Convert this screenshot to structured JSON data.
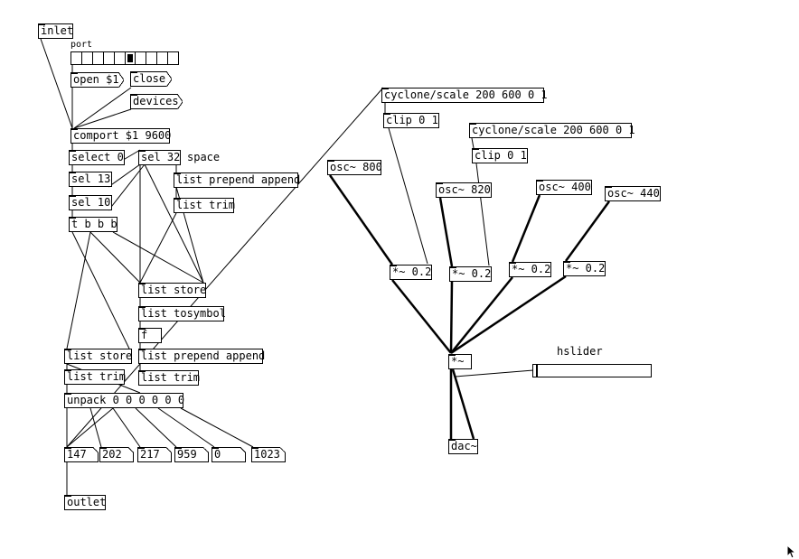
{
  "patch": {
    "objects": {
      "inlet": "inlet",
      "open": "open $1",
      "close": "close",
      "devices": "devices",
      "comport": "comport $1 9600",
      "select0": "select 0",
      "sel32": "sel 32",
      "sel13": "sel 13",
      "sel10": "sel 10",
      "tbbb": "t b b b",
      "listprepend1": "list prepend append",
      "listtrim1": "list trim",
      "liststore1": "list store",
      "listtosymbol": "list tosymbol",
      "f": "f",
      "liststore2": "list store",
      "listprepend2": "list prepend append",
      "listtrim2": "list trim",
      "listtrim3": "list trim",
      "unpack": "unpack 0 0 0 0 0 0",
      "outlet": "outlet",
      "scale1": "cyclone/scale 200 600 0 1",
      "clip1": "clip 0 1",
      "scale2": "cyclone/scale 200 600 0 1",
      "clip2": "clip 0 1",
      "osc800": "osc~ 800",
      "osc820": "osc~ 820",
      "osc400": "osc~ 400",
      "osc440": "osc~ 440",
      "mul1": "*~ 0.2",
      "mul2": "*~ 0.2",
      "mul3": "*~ 0.2",
      "mul4": "*~ 0.2",
      "mulmain": "*~",
      "dac": "dac~"
    },
    "numbers": [
      "147",
      "202",
      "217",
      "959",
      "0",
      "1023"
    ],
    "labels": {
      "port": "port",
      "space": "space",
      "hslider": "hslider"
    },
    "radio": {
      "cells": 10,
      "selected": 5
    },
    "hslider_value": 0.02
  }
}
